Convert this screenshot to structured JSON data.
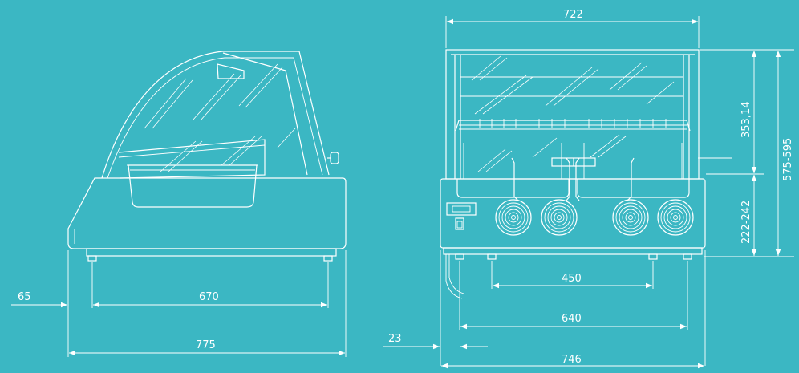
{
  "colors": {
    "background": "#3bb7c3",
    "line": "#ffffff"
  },
  "side_view": {
    "dimensions": {
      "offset_left": "65",
      "inner_length": "670",
      "total_length": "775"
    }
  },
  "front_view": {
    "dimensions": {
      "top_width": "722",
      "upper_height": "353,14",
      "lower_height": "222-242",
      "total_height": "575-595",
      "feet_inner": "450",
      "feet_outer": "640",
      "offset_left": "23",
      "total_width": "746"
    },
    "controls": {
      "burner_count": 4,
      "icons": [
        "display-icon",
        "switch-icon"
      ]
    }
  }
}
